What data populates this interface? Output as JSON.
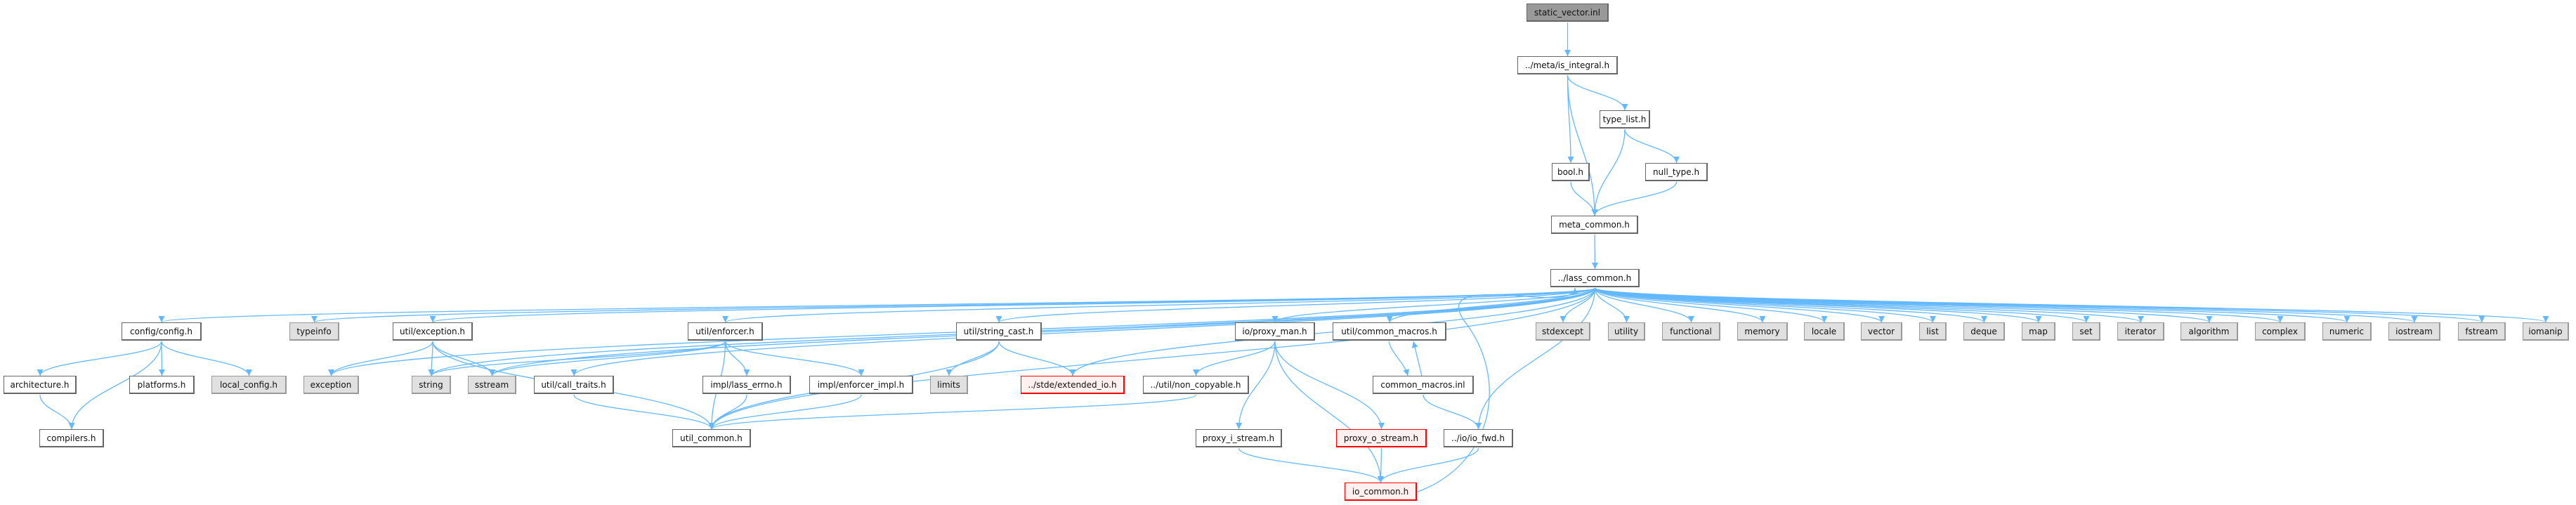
{
  "graph": {
    "edge_color": "#63b8ff",
    "nodes": [
      {
        "id": "static_vector",
        "label": "static_vector.inl",
        "kind": "root"
      },
      {
        "id": "is_integral",
        "label": "../meta/is_integral.h",
        "kind": "normal"
      },
      {
        "id": "type_list",
        "label": "type_list.h",
        "kind": "normal"
      },
      {
        "id": "bool",
        "label": "bool.h",
        "kind": "normal"
      },
      {
        "id": "null_type",
        "label": "null_type.h",
        "kind": "normal"
      },
      {
        "id": "meta_common",
        "label": "meta_common.h",
        "kind": "normal"
      },
      {
        "id": "lass_common",
        "label": "../lass_common.h",
        "kind": "normal"
      },
      {
        "id": "config",
        "label": "config/config.h",
        "kind": "normal"
      },
      {
        "id": "typeinfo",
        "label": "typeinfo",
        "kind": "system"
      },
      {
        "id": "util_exception",
        "label": "util/exception.h",
        "kind": "normal"
      },
      {
        "id": "enforcer",
        "label": "util/enforcer.h",
        "kind": "normal"
      },
      {
        "id": "string_cast",
        "label": "util/string_cast.h",
        "kind": "normal"
      },
      {
        "id": "proxy_man",
        "label": "io/proxy_man.h",
        "kind": "normal"
      },
      {
        "id": "common_macros_h",
        "label": "util/common_macros.h",
        "kind": "normal"
      },
      {
        "id": "stdexcept",
        "label": "stdexcept",
        "kind": "system"
      },
      {
        "id": "utility",
        "label": "utility",
        "kind": "system"
      },
      {
        "id": "functional",
        "label": "functional",
        "kind": "system"
      },
      {
        "id": "memory",
        "label": "memory",
        "kind": "system"
      },
      {
        "id": "locale",
        "label": "locale",
        "kind": "system"
      },
      {
        "id": "vector",
        "label": "vector",
        "kind": "system"
      },
      {
        "id": "list",
        "label": "list",
        "kind": "system"
      },
      {
        "id": "deque",
        "label": "deque",
        "kind": "system"
      },
      {
        "id": "map",
        "label": "map",
        "kind": "system"
      },
      {
        "id": "set",
        "label": "set",
        "kind": "system"
      },
      {
        "id": "iterator",
        "label": "iterator",
        "kind": "system"
      },
      {
        "id": "algorithm",
        "label": "algorithm",
        "kind": "system"
      },
      {
        "id": "complex",
        "label": "complex",
        "kind": "system"
      },
      {
        "id": "numeric",
        "label": "numeric",
        "kind": "system"
      },
      {
        "id": "iostream",
        "label": "iostream",
        "kind": "system"
      },
      {
        "id": "fstream",
        "label": "fstream",
        "kind": "system"
      },
      {
        "id": "iomanip",
        "label": "iomanip",
        "kind": "system"
      },
      {
        "id": "architecture",
        "label": "architecture.h",
        "kind": "normal"
      },
      {
        "id": "platforms",
        "label": "platforms.h",
        "kind": "normal"
      },
      {
        "id": "local_config",
        "label": "local_config.h",
        "kind": "system"
      },
      {
        "id": "exception",
        "label": "exception",
        "kind": "system"
      },
      {
        "id": "string",
        "label": "string",
        "kind": "system"
      },
      {
        "id": "sstream",
        "label": "sstream",
        "kind": "system"
      },
      {
        "id": "call_traits",
        "label": "util/call_traits.h",
        "kind": "normal"
      },
      {
        "id": "lass_errno",
        "label": "impl/lass_errno.h",
        "kind": "normal"
      },
      {
        "id": "enforcer_impl",
        "label": "impl/enforcer_impl.h",
        "kind": "normal"
      },
      {
        "id": "limits",
        "label": "limits",
        "kind": "system"
      },
      {
        "id": "extended_io",
        "label": "../stde/extended_io.h",
        "kind": "missing"
      },
      {
        "id": "non_copyable",
        "label": "../util/non_copyable.h",
        "kind": "normal"
      },
      {
        "id": "common_macros_inl",
        "label": "common_macros.inl",
        "kind": "normal"
      },
      {
        "id": "compilers",
        "label": "compilers.h",
        "kind": "normal"
      },
      {
        "id": "util_common",
        "label": "util_common.h",
        "kind": "normal"
      },
      {
        "id": "proxy_i_stream",
        "label": "proxy_i_stream.h",
        "kind": "normal"
      },
      {
        "id": "proxy_o_stream",
        "label": "proxy_o_stream.h",
        "kind": "missing"
      },
      {
        "id": "io_fwd",
        "label": "../io/io_fwd.h",
        "kind": "normal"
      },
      {
        "id": "io_common",
        "label": "io_common.h",
        "kind": "missing"
      }
    ],
    "edges": [
      [
        "static_vector",
        "is_integral"
      ],
      [
        "is_integral",
        "type_list"
      ],
      [
        "is_integral",
        "bool"
      ],
      [
        "is_integral",
        "meta_common"
      ],
      [
        "type_list",
        "null_type"
      ],
      [
        "type_list",
        "meta_common"
      ],
      [
        "bool",
        "meta_common"
      ],
      [
        "null_type",
        "meta_common"
      ],
      [
        "meta_common",
        "lass_common"
      ],
      [
        "lass_common",
        "config"
      ],
      [
        "lass_common",
        "typeinfo"
      ],
      [
        "lass_common",
        "exception"
      ],
      [
        "lass_common",
        "util_exception"
      ],
      [
        "lass_common",
        "string"
      ],
      [
        "lass_common",
        "sstream"
      ],
      [
        "lass_common",
        "call_traits"
      ],
      [
        "lass_common",
        "util_common"
      ],
      [
        "lass_common",
        "enforcer"
      ],
      [
        "lass_common",
        "string_cast"
      ],
      [
        "lass_common",
        "extended_io"
      ],
      [
        "lass_common",
        "proxy_man"
      ],
      [
        "lass_common",
        "common_macros_h"
      ],
      [
        "lass_common",
        "io_fwd"
      ],
      [
        "lass_common",
        "stdexcept"
      ],
      [
        "lass_common",
        "utility"
      ],
      [
        "lass_common",
        "functional"
      ],
      [
        "lass_common",
        "memory"
      ],
      [
        "lass_common",
        "locale"
      ],
      [
        "lass_common",
        "vector"
      ],
      [
        "lass_common",
        "list"
      ],
      [
        "lass_common",
        "deque"
      ],
      [
        "lass_common",
        "map"
      ],
      [
        "lass_common",
        "set"
      ],
      [
        "lass_common",
        "iterator"
      ],
      [
        "lass_common",
        "algorithm"
      ],
      [
        "lass_common",
        "complex"
      ],
      [
        "lass_common",
        "numeric"
      ],
      [
        "lass_common",
        "iostream"
      ],
      [
        "lass_common",
        "fstream"
      ],
      [
        "lass_common",
        "iomanip"
      ],
      [
        "config",
        "architecture"
      ],
      [
        "config",
        "compilers"
      ],
      [
        "config",
        "platforms"
      ],
      [
        "config",
        "local_config"
      ],
      [
        "architecture",
        "compilers"
      ],
      [
        "util_exception",
        "exception"
      ],
      [
        "util_exception",
        "string"
      ],
      [
        "util_exception",
        "sstream"
      ],
      [
        "util_exception",
        "util_common"
      ],
      [
        "enforcer",
        "string"
      ],
      [
        "enforcer",
        "sstream"
      ],
      [
        "enforcer",
        "util_common"
      ],
      [
        "enforcer",
        "lass_errno"
      ],
      [
        "enforcer",
        "enforcer_impl"
      ],
      [
        "call_traits",
        "util_common"
      ],
      [
        "lass_errno",
        "util_common"
      ],
      [
        "enforcer_impl",
        "util_common"
      ],
      [
        "string_cast",
        "limits"
      ],
      [
        "string_cast",
        "extended_io"
      ],
      [
        "string_cast",
        "util_common"
      ],
      [
        "proxy_man",
        "non_copyable"
      ],
      [
        "proxy_man",
        "proxy_i_stream"
      ],
      [
        "proxy_man",
        "io_common"
      ],
      [
        "proxy_man",
        "proxy_o_stream"
      ],
      [
        "non_copyable",
        "util_common"
      ],
      [
        "common_macros_h",
        "common_macros_inl"
      ],
      [
        "common_macros_inl",
        "common_macros_h"
      ],
      [
        "common_macros_inl",
        "io_fwd"
      ],
      [
        "proxy_i_stream",
        "io_common"
      ],
      [
        "proxy_o_stream",
        "io_common"
      ],
      [
        "io_fwd",
        "io_common"
      ],
      [
        "io_common",
        "lass_common"
      ]
    ]
  }
}
